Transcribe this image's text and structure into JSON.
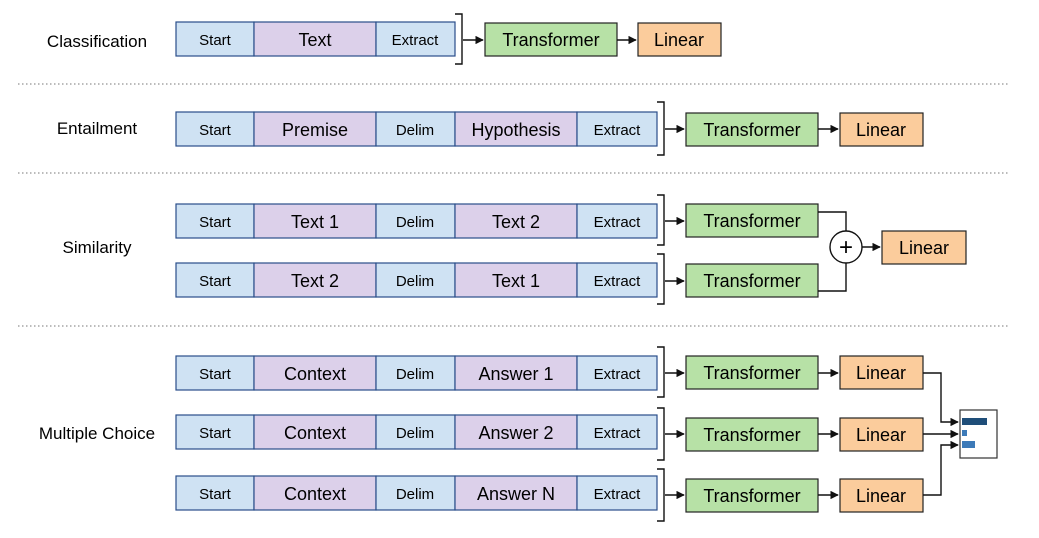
{
  "colors": {
    "blue_fill": "#cfe2f3",
    "blue_stroke": "#2a4e8a",
    "purple_fill": "#dcd0ea",
    "green_fill": "#b7e1a6",
    "orange_fill": "#fbcc9c",
    "line": "#111111",
    "divider": "#777777",
    "bar_dark": "#1f4e79",
    "bar_light": "#3d7ab8"
  },
  "tasks": [
    {
      "name": "Classification",
      "rows": [
        {
          "tokens": [
            "Start",
            "Text",
            "Extract"
          ],
          "transformer": "Transformer",
          "linear": "Linear"
        }
      ]
    },
    {
      "name": "Entailment",
      "rows": [
        {
          "tokens": [
            "Start",
            "Premise",
            "Delim",
            "Hypothesis",
            "Extract"
          ],
          "transformer": "Transformer",
          "linear": "Linear"
        }
      ]
    },
    {
      "name": "Similarity",
      "rows": [
        {
          "tokens": [
            "Start",
            "Text 1",
            "Delim",
            "Text 2",
            "Extract"
          ],
          "transformer": "Transformer"
        },
        {
          "tokens": [
            "Start",
            "Text 2",
            "Delim",
            "Text 1",
            "Extract"
          ],
          "transformer": "Transformer"
        }
      ],
      "combine": {
        "symbol": "+",
        "linear": "Linear"
      }
    },
    {
      "name": "Multiple Choice",
      "rows": [
        {
          "tokens": [
            "Start",
            "Context",
            "Delim",
            "Answer 1",
            "Extract"
          ],
          "transformer": "Transformer",
          "linear": "Linear"
        },
        {
          "tokens": [
            "Start",
            "Context",
            "Delim",
            "Answer 2",
            "Extract"
          ],
          "transformer": "Transformer",
          "linear": "Linear"
        },
        {
          "tokens": [
            "Start",
            "Context",
            "Delim",
            "Answer N",
            "Extract"
          ],
          "transformer": "Transformer",
          "linear": "Linear"
        }
      ]
    }
  ]
}
